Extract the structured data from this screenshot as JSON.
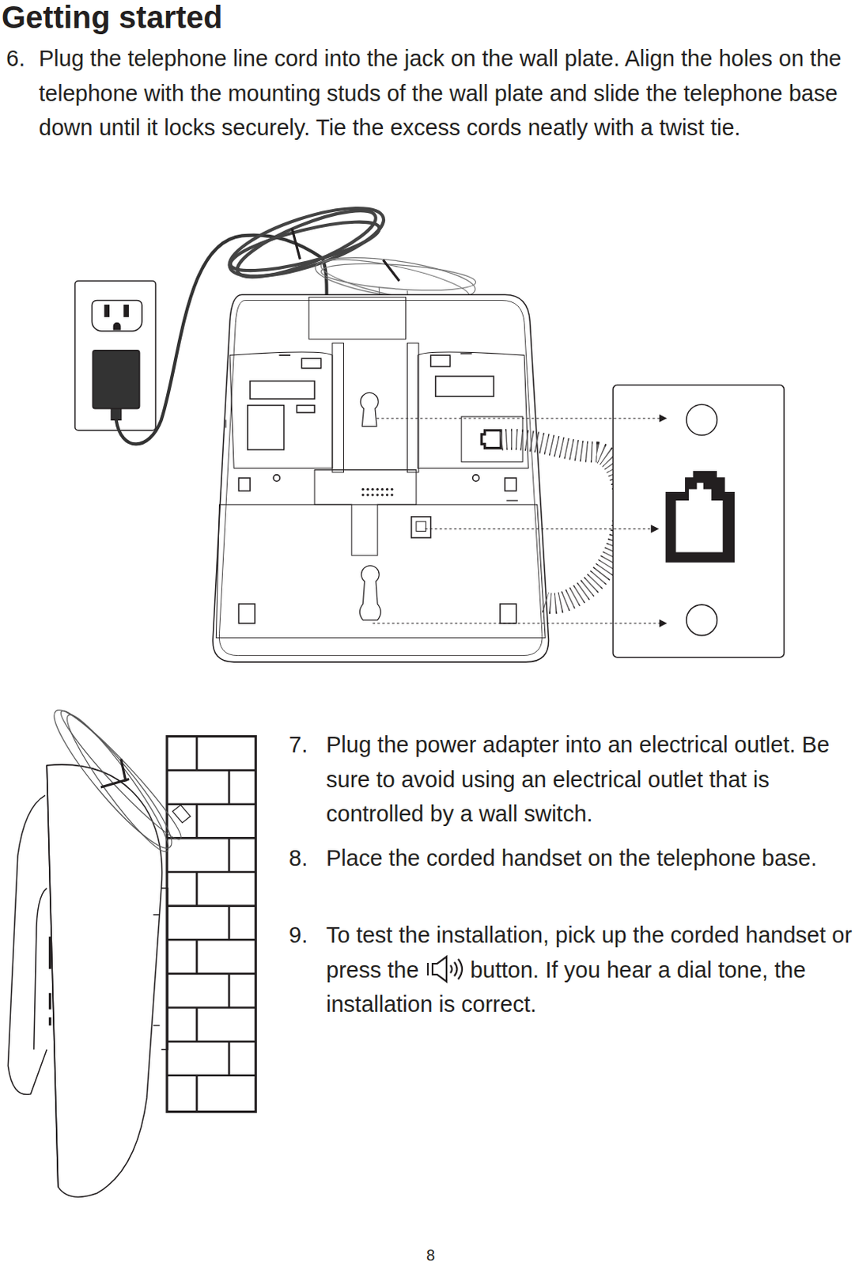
{
  "diagram": {
    "title": "Getting started",
    "labels": [
      "6.",
      "Plug the telephone line cord into the jack on the wall plate. Align the holes on the telephone with the mounting studs of the wall plate and slide the telephone base down until it locks securely. Tie the excess cords neatly with a twist tie.",
      "7.",
      "Plug the power adapter into an electrical outlet. Be sure to avoid using an electrical outlet that is controlled by a wall switch.",
      "8.",
      "Place the corded handset on the telephone base.",
      "9.",
      "To test the installation, pick up the corded handset or press the",
      "button. If you hear a dial tone, the installation is correct.",
      "8"
    ]
  }
}
